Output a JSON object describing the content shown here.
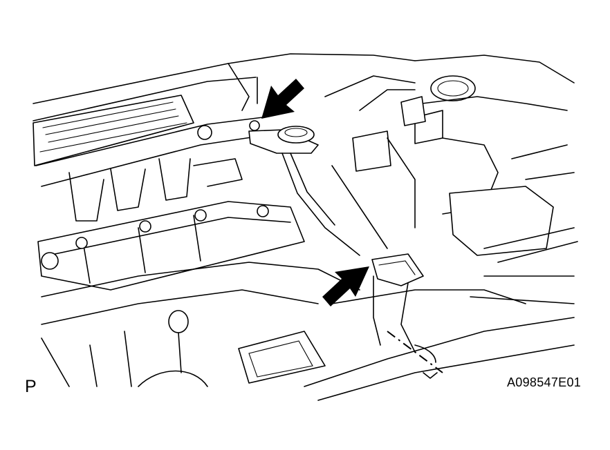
{
  "labels": {
    "view_code": "P",
    "figure_id": "A098547E01"
  },
  "colors": {
    "ink": "#000000",
    "background": "#ffffff"
  },
  "icons": [
    "arrow-icon-upper",
    "arrow-icon-lower"
  ]
}
